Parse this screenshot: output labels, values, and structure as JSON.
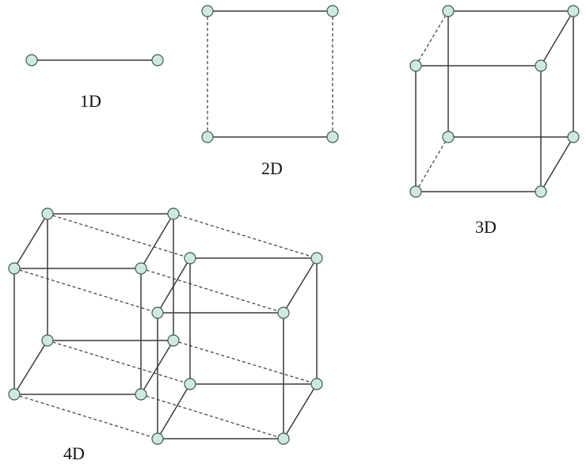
{
  "labels": {
    "one_d": "1D",
    "two_d": "2D",
    "three_d": "3D",
    "four_d": "4D"
  },
  "colors": {
    "node_fill": "#cfe8e2",
    "node_stroke": "#3f5a55",
    "edge": "#3a3a3a",
    "background": "#ffffff"
  },
  "edge_styles": [
    "solid",
    "dashed"
  ]
}
